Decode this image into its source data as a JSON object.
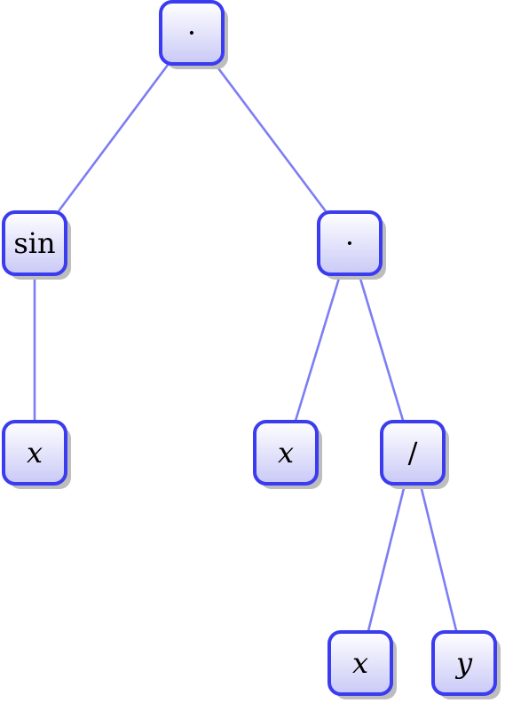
{
  "diagram": {
    "type": "expression-tree",
    "colors": {
      "edge": "#7d7df5",
      "node_border": "#3b3bf0",
      "node_fill_top": "#ffffff",
      "node_fill_bottom": "#c9c9f7",
      "shadow": "#bdbdbd",
      "text": "#000000"
    },
    "nodes": [
      {
        "id": "root",
        "label": "·",
        "italic": false
      },
      {
        "id": "sin",
        "label": "sin",
        "italic": false
      },
      {
        "id": "mul2",
        "label": "·",
        "italic": false
      },
      {
        "id": "x1",
        "label": "x",
        "italic": true
      },
      {
        "id": "x2",
        "label": "x",
        "italic": true
      },
      {
        "id": "div",
        "label": "/",
        "italic": false
      },
      {
        "id": "x3",
        "label": "x",
        "italic": true
      },
      {
        "id": "y",
        "label": "y",
        "italic": true
      }
    ],
    "edges": [
      {
        "from": "root",
        "to": "sin"
      },
      {
        "from": "root",
        "to": "mul2"
      },
      {
        "from": "sin",
        "to": "x1"
      },
      {
        "from": "mul2",
        "to": "x2"
      },
      {
        "from": "mul2",
        "to": "div"
      },
      {
        "from": "div",
        "to": "x3"
      },
      {
        "from": "div",
        "to": "y"
      }
    ]
  }
}
